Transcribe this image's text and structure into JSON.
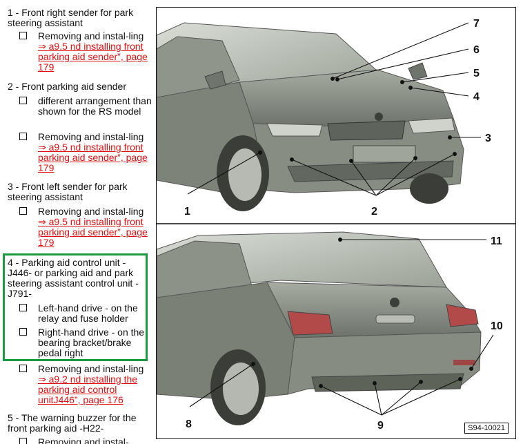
{
  "items": [
    {
      "title": "1 - Front right sender for park steering assistant",
      "bullets": [
        {
          "pre": "Removing and instal-ling ",
          "link": "⇒ a9.5 nd installing front parking aid sender”, page 179"
        }
      ]
    },
    {
      "title": "2 - Front parking aid sender",
      "bullets": [
        {
          "pre": "different arrangement than shown for the RS model",
          "link": ""
        },
        {
          "pre": "Removing and instal-ling ",
          "link": "⇒ a9.5 nd installing front parking aid sender”, page 179"
        }
      ]
    },
    {
      "title": "3 - Front left sender for park steering assistant",
      "bullets": [
        {
          "pre": "Removing and instal-ling ",
          "link": "⇒ a9.5 nd installing front parking aid sender”, page 179"
        }
      ]
    },
    {
      "title": "4 - Parking aid control unit -J446- or parking aid and park steering assistant control unit -J791-",
      "bullets": [
        {
          "pre": "Left-hand drive - on the relay and fuse holder",
          "link": ""
        },
        {
          "pre": "Right-hand drive - on the bearing bracket/brake pedal right",
          "link": ""
        },
        {
          "pre": "Removing and instal-ling ",
          "link": "⇒ a9.2 nd installing the parking aid control unitJ446”, page 176"
        }
      ]
    },
    {
      "title": "5 - The warning buzzer for the front parking aid -H22-",
      "bullets": [
        {
          "pre": "Removing and instal-",
          "link": ""
        }
      ]
    }
  ],
  "figure": {
    "callouts_top": [
      "7",
      "6",
      "5",
      "4",
      "3",
      "1",
      "2"
    ],
    "callouts_bottom": [
      "11",
      "10",
      "8",
      "9"
    ],
    "figure_id": "S94-10021"
  }
}
